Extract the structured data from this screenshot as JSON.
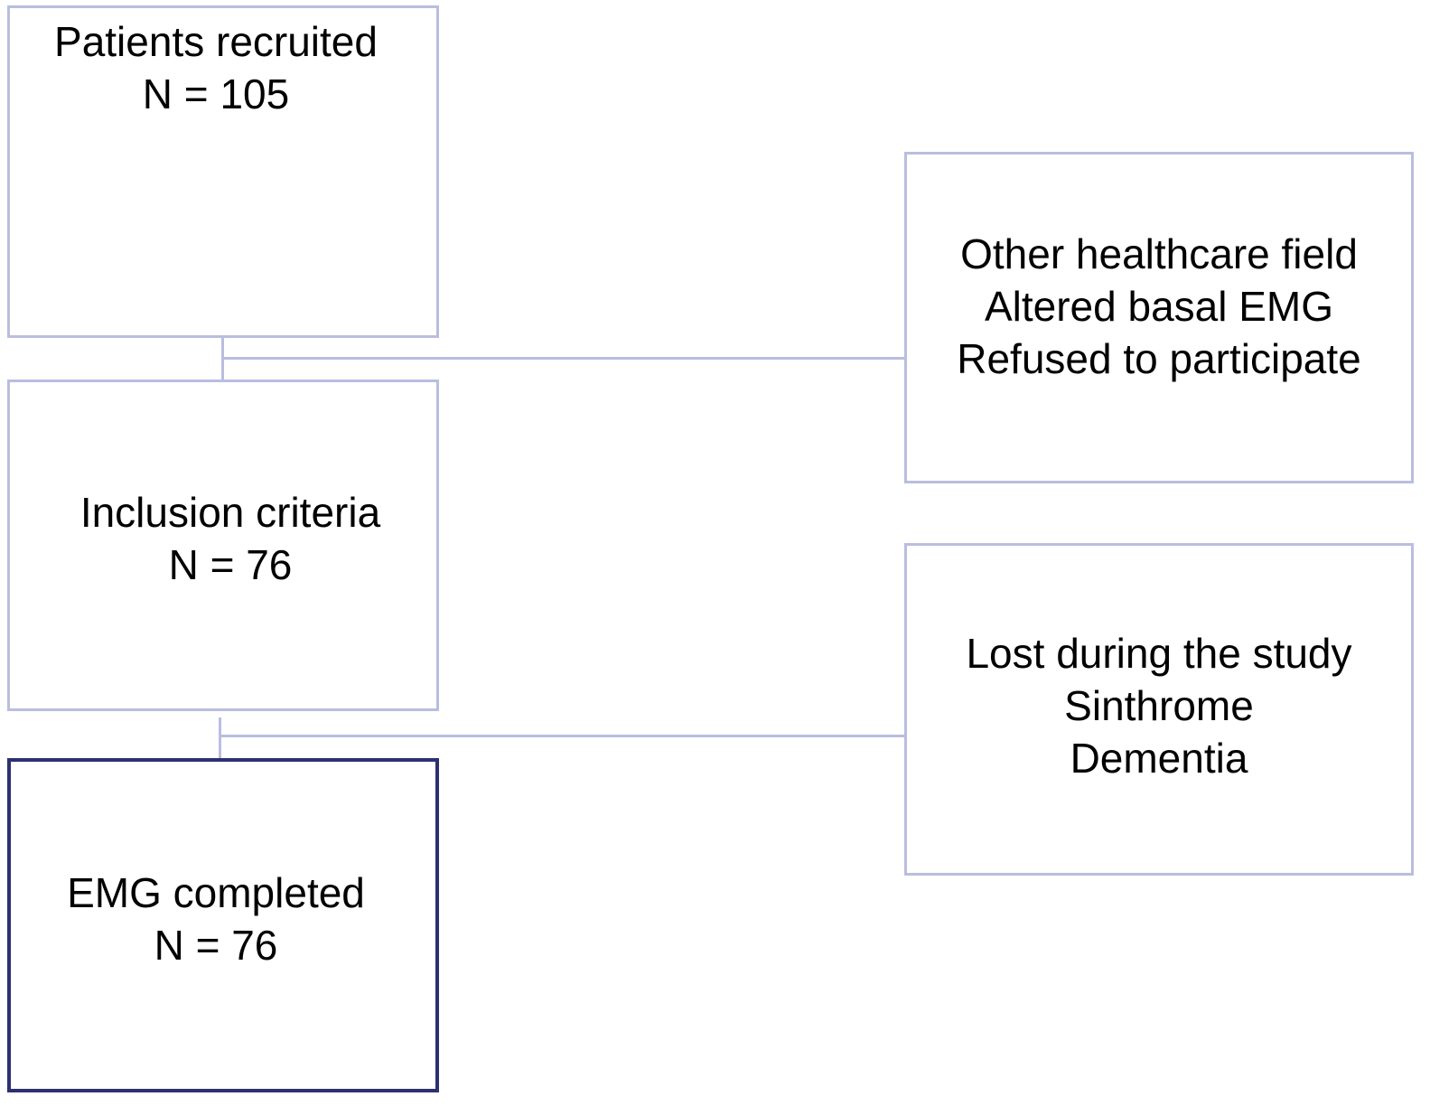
{
  "flowchart": {
    "recruited": {
      "line1": "Patients recruited",
      "line2": "N = 105"
    },
    "inclusion": {
      "line1": "Inclusion criteria",
      "line2": "N = 76"
    },
    "emg_completed": {
      "line1": "EMG completed",
      "line2": "N = 76"
    },
    "exclusion_1": {
      "line1": "Other healthcare field",
      "line2": "Altered basal EMG",
      "line3": "Refused to participate"
    },
    "exclusion_2": {
      "line1": "Lost during the study",
      "line2": "Sinthrome",
      "line3": "Dementia"
    }
  },
  "colors": {
    "box_border": "#b9bedf",
    "final_box_border": "#2c3170",
    "connector": "#b9bedf"
  }
}
